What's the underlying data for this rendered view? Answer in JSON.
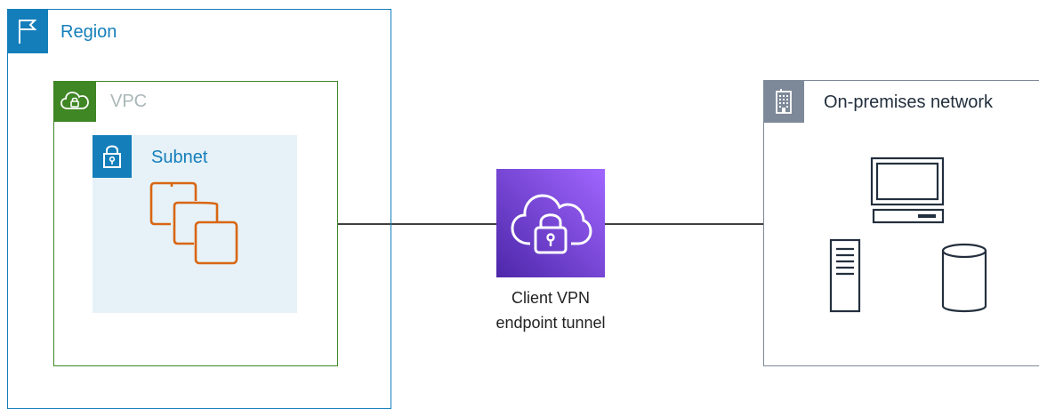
{
  "region": {
    "label": "Region",
    "color": "#147eba",
    "icon": "flag-icon"
  },
  "vpc": {
    "label": "VPC",
    "color": "#3f8624",
    "label_color": "#aab7b8",
    "icon": "cloud-lock-icon"
  },
  "subnet": {
    "label": "Subnet",
    "color": "#147eba",
    "fill": "#e6f2f8",
    "icon": "padlock-icon",
    "instances_icon": "instances-icon",
    "instances_color": "#d86613"
  },
  "client_vpn": {
    "label_line1": "Client VPN",
    "label_line2": "endpoint tunnel",
    "icon": "vpn-cloud-lock-icon",
    "gradient": [
      "#4d27aa",
      "#a166ff"
    ]
  },
  "onprem": {
    "label": "On-premises network",
    "color": "#7d8998",
    "label_color": "#232f3e",
    "icon": "building-icon",
    "devices": [
      "client-computer-icon",
      "server-icon",
      "database-icon"
    ]
  },
  "connections": {
    "color": "#000000"
  }
}
